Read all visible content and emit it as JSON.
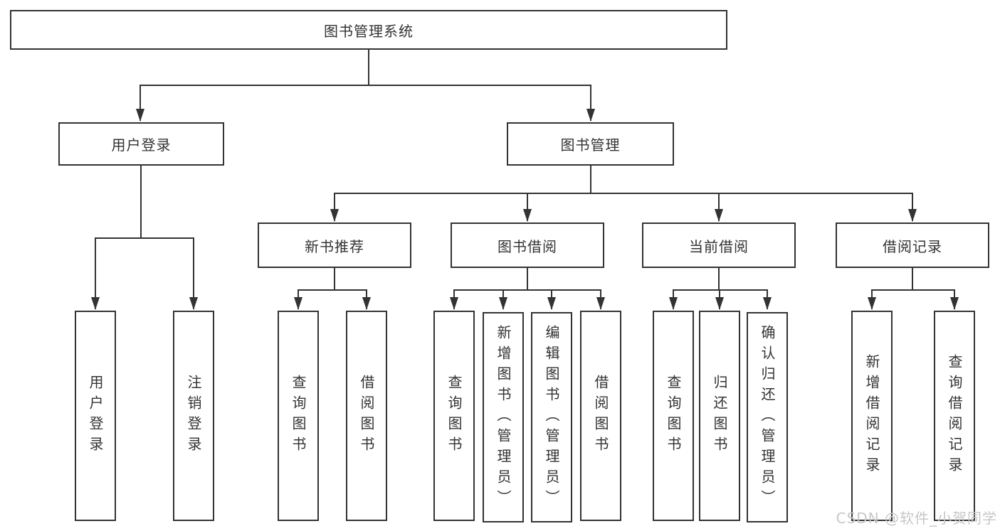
{
  "colors": {
    "line": "#333333",
    "text": "#333333",
    "node_background": "#ffffff",
    "page_background": "#ffffff",
    "watermark": "#c7c7c7"
  },
  "root": {
    "label": "图书管理系统"
  },
  "level2": [
    {
      "label": "用户登录"
    },
    {
      "label": "图书管理"
    }
  ],
  "level3": [
    {
      "label": "新书推荐"
    },
    {
      "label": "图书借阅"
    },
    {
      "label": "当前借阅"
    },
    {
      "label": "借阅记录"
    }
  ],
  "leaves": {
    "user_login": [
      {
        "label": "用户登录"
      },
      {
        "label": "注销登录"
      }
    ],
    "new_book": [
      {
        "label": "查询图书"
      },
      {
        "label": "借阅图书"
      }
    ],
    "book_borrow": [
      {
        "label": "查询图书"
      },
      {
        "label": "新增图书（管理员）"
      },
      {
        "label": "编辑图书（管理员）"
      },
      {
        "label": "借阅图书"
      }
    ],
    "current_borrow": [
      {
        "label": "查询图书"
      },
      {
        "label": "归还图书"
      },
      {
        "label": "确认归还（管理员）"
      }
    ],
    "borrow_records": [
      {
        "label": "新增借阅记录"
      },
      {
        "label": "查询借阅记录"
      }
    ]
  },
  "watermark": {
    "text": "CSDN @软件_小贺同学"
  }
}
